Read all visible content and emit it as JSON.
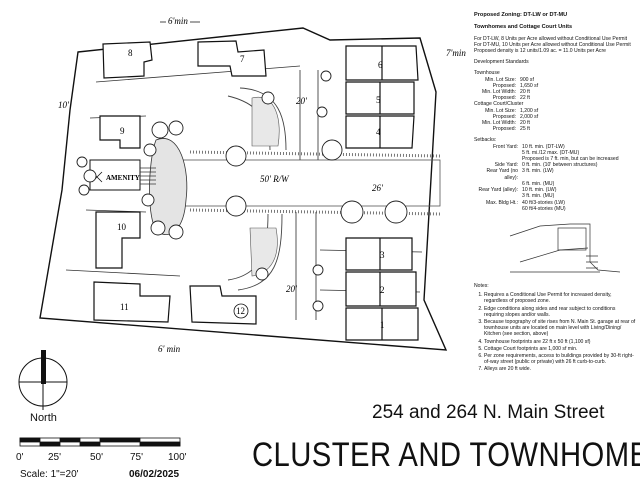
{
  "plan": {
    "lot_numbers": [
      "8",
      "7",
      "6",
      "5",
      "4",
      "9",
      "10",
      "3",
      "2",
      "11",
      "12",
      "1"
    ],
    "dimensions": {
      "top_setback": "6'min",
      "right_setback": "7'min",
      "left_setback": "10'",
      "drive_width_top": "20'",
      "street_row": "50' R/W",
      "curb_to_curb": "26'",
      "drive_width_bottom": "20'",
      "bottom_setback": "6' min"
    },
    "amenity_label": "AMENITY"
  },
  "notes_panel": {
    "zoning": "Proposed Zoning:  DT-LW or DT-MU",
    "title": "Townhomes and Cottage Court Units",
    "density_lines": [
      "For DT-LW, 8 Units per Acre allowed without Conditional Use Permit",
      "For DT-MU, 10 Units per Acre allowed without Conditional Use Permit",
      "Proposed density is 12 units/1.09 ac. = 11.0 Units per Acre"
    ],
    "standards_heading": "Development Standards",
    "townhouse": {
      "heading": "Townhouse",
      "rows": [
        {
          "k": "Min. Lot Size:",
          "v": "900 sf"
        },
        {
          "k": "Proposed:",
          "v": "1,650 sf"
        },
        {
          "k": "Min. Lot Width:",
          "v": "20 ft"
        },
        {
          "k": "Proposed:",
          "v": "22 ft"
        }
      ]
    },
    "cottage": {
      "heading": "Cottage Court/Cluster",
      "rows": [
        {
          "k": "Min. Lot Size:",
          "v": "1,200 sf"
        },
        {
          "k": "Proposed:",
          "v": "2,000 sf"
        },
        {
          "k": "Min. Lot Width:",
          "v": "20 ft"
        },
        {
          "k": "Proposed:",
          "v": "25 ft"
        }
      ]
    },
    "setbacks_heading": "Setbacks:",
    "setbacks": [
      {
        "k": "Front Yard:",
        "v": "10 ft. min. (DT-LW)"
      },
      {
        "k": "",
        "v": "5 ft. mi./12 max. (DT-MU)"
      },
      {
        "k": "",
        "v": "Proposed is 7 ft. min, but can be increased"
      },
      {
        "k": "Side Yard:",
        "v": "0 ft. min. (10' between structures)"
      },
      {
        "k": "Rear Yard (no alley):",
        "v": "3 ft. min. (LW)"
      },
      {
        "k": "",
        "v": "6 ft. min. (MU)"
      },
      {
        "k": "Rear Yard (alley):",
        "v": "10 ft. min. (LW)"
      },
      {
        "k": "",
        "v": "3 ft. min. (MU)"
      },
      {
        "k": "Max. Bldg Ht.:",
        "v": "40 ft/3-stories (LW)"
      },
      {
        "k": "",
        "v": "60 ft/4-stories (MU)"
      }
    ]
  },
  "notes": {
    "heading": "Notes:",
    "items": [
      "Requires a Conditional Use Permit for increased density, regardless of proposed zone.",
      "Edge conditions along sides and rear subject to conditions requiring slopes and/or walls.",
      "Because topography of site rises from N. Main St. garage at rear of townhouse units are located on main level with Living/Dining/ Kitchen (see section, above)",
      "Townhouse footprints are 22 ft x 50 ft (1,100 sf)",
      "Cottage Court footprints are 1,000 sf min.",
      "Per zone requirements, access to buildings provided by 30-ft right-of-way street (public or private) with 26 ft curb-to-curb.",
      "Alleys are 20 ft wide."
    ]
  },
  "north_label": "North",
  "scale_ticks": [
    "0'",
    "25'",
    "50'",
    "75'",
    "100'"
  ],
  "scale_text": "Scale:  1\"=20'",
  "date": "06/02/2025",
  "address": "254 and 264 N. Main Street",
  "project_title": "CLUSTER AND TOWNHOMES"
}
